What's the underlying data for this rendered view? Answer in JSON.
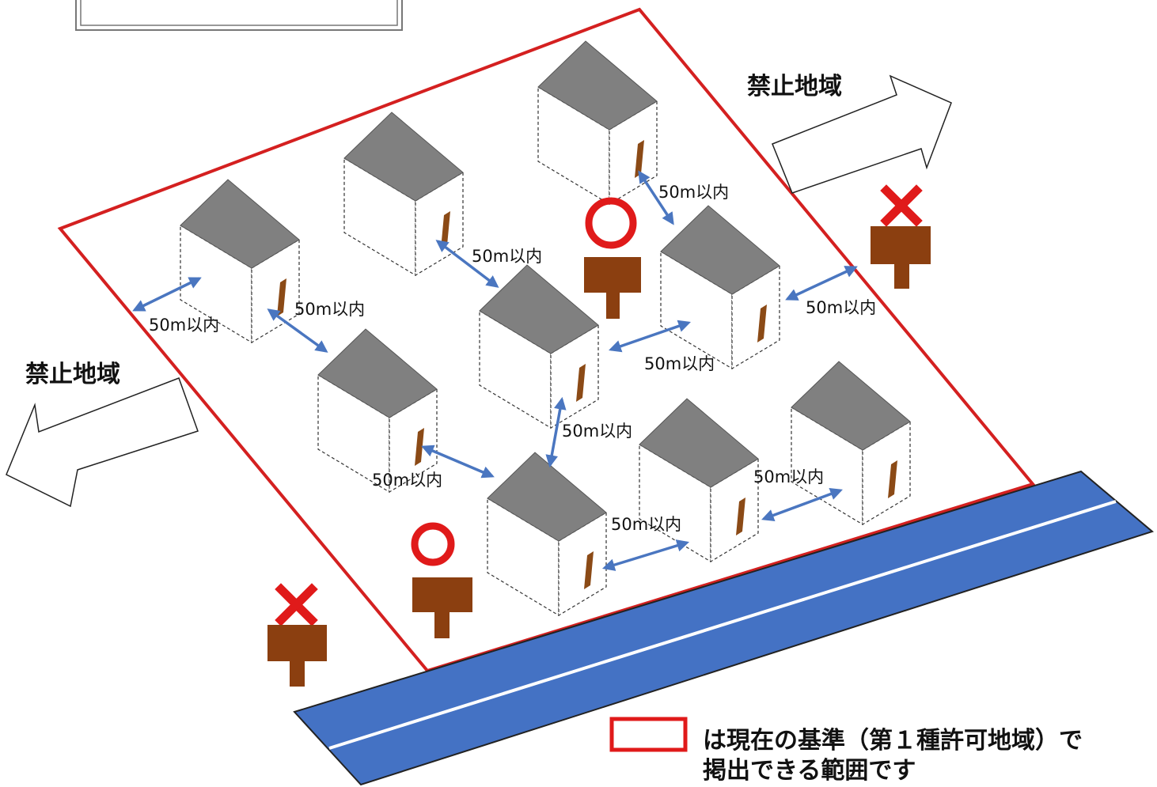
{
  "zone_left_label": "禁止地域",
  "zone_right_label": "禁止地域",
  "distance_label": "50m以内",
  "legend": {
    "line1": "は現在の基準（第１種許可地域）で",
    "line2": "掲出できる範囲です"
  },
  "colors": {
    "boundary": "#d42020",
    "road": "#4472c4",
    "road_line": "#ffffff",
    "roof": "#808080",
    "sign": "#8b3f10",
    "door": "#8b4a16",
    "ok_mark": "#e01a1a",
    "ng_mark": "#e01a1a",
    "arrow": "#4a76c0"
  },
  "signs": [
    {
      "id": "sign-ok-center",
      "status": "ok",
      "mark": "○"
    },
    {
      "id": "sign-ok-bottom",
      "status": "ok",
      "mark": "○"
    },
    {
      "id": "sign-ng-right",
      "status": "ng",
      "mark": "×"
    },
    {
      "id": "sign-ng-left",
      "status": "ng",
      "mark": "×"
    }
  ]
}
